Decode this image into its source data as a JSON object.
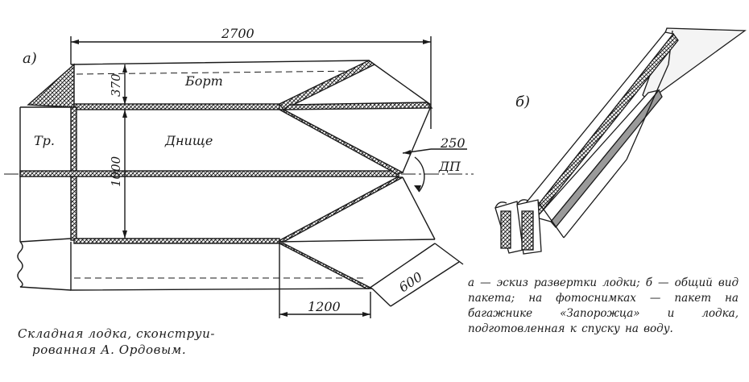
{
  "figure": {
    "panel_a_label": "а)",
    "panel_b_label": "б)",
    "dimensions": {
      "length_total": "2700",
      "side_height": "370",
      "bottom_width": "1000",
      "angle_offset": "250",
      "bow_edge": "600",
      "bow_length": "1200"
    },
    "regions": {
      "side": "Борт",
      "bottom": "Днище",
      "transom": "Тр."
    },
    "centerline_label": "ДП"
  },
  "captions": {
    "left_line1": "Складная лодка, сконструи-",
    "left_line2": "рованная А. Ордовым.",
    "right": "а — эскиз развертки лодки; б — об­щий вид пакета; на фотоснимках — пакет на багажнике «Запорожца» и лодка, подготовленная к спуску на воду."
  },
  "colors": {
    "ink": "#1a1a1a",
    "paper": "#ffffff"
  }
}
